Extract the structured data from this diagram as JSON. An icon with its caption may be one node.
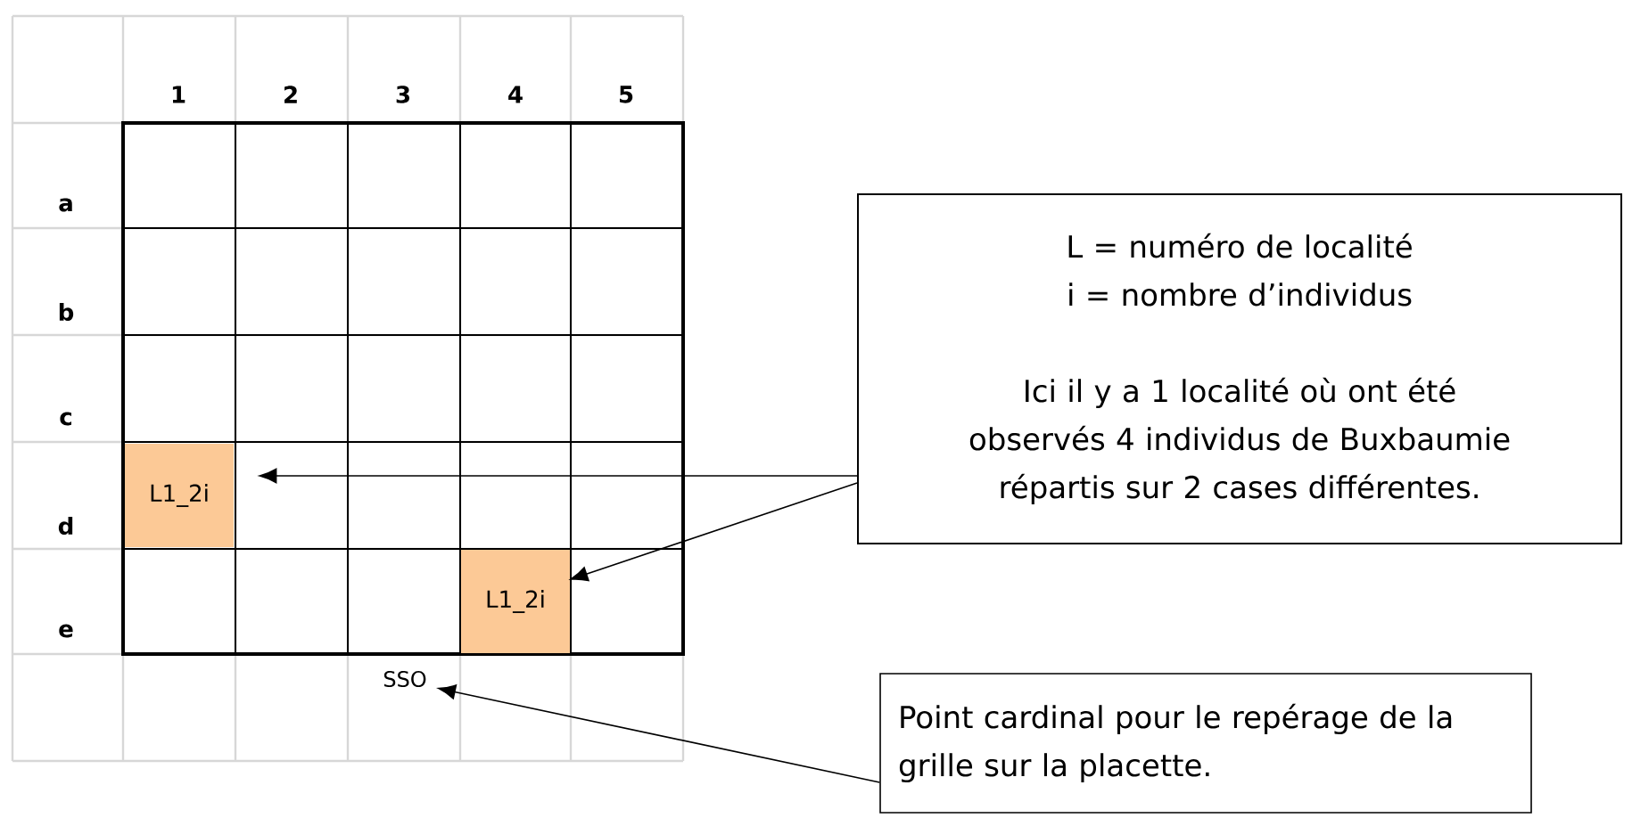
{
  "diagram": {
    "nodes": [
      {
        "text": [
          "L1_2i"
        ]
      },
      {
        "text": [
          "L1_2i"
        ]
      },
      {
        "text": [
          "SSO"
        ]
      },
      {
        "text": [
          "L = numéro de localité",
          "i = nombre d’individus",
          "Ici il y a 1 localité où ont été observés 4 individus de Buxbaumie répartis sur 2 cases différentes."
        ]
      },
      {
        "text": [
          "Point cardinal pour le repérage de la grille sur la placette."
        ]
      }
    ],
    "edges": [
      {
        "from": 3,
        "to": 0,
        "arrow": "to"
      },
      {
        "from": 3,
        "to": 1,
        "arrow": "to"
      },
      {
        "from": 4,
        "to": 2,
        "arrow": "to"
      }
    ],
    "labels": [
      "1",
      "2",
      "3",
      "4",
      "5",
      "a",
      "b",
      "c",
      "d",
      "e"
    ]
  }
}
